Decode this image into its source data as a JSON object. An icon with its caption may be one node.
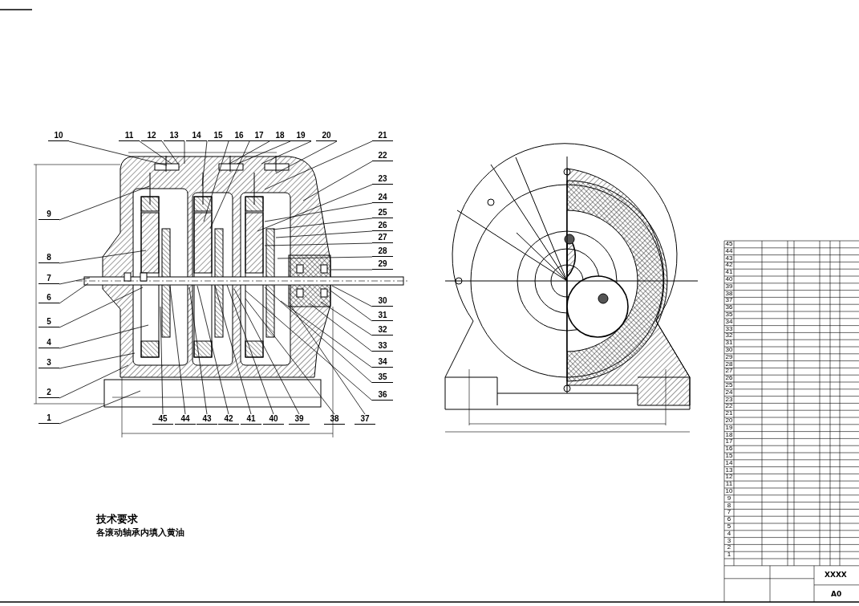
{
  "diagram": {
    "nodes": [
      {
        "text": [
          "1"
        ]
      },
      {
        "text": [
          "2"
        ]
      },
      {
        "text": [
          "3"
        ]
      },
      {
        "text": [
          "4"
        ]
      },
      {
        "text": [
          "5"
        ]
      },
      {
        "text": [
          "6"
        ]
      },
      {
        "text": [
          "7"
        ]
      },
      {
        "text": [
          "8"
        ]
      },
      {
        "text": [
          "9"
        ]
      },
      {
        "text": [
          "10"
        ]
      },
      {
        "text": [
          "11"
        ]
      },
      {
        "text": [
          "12"
        ]
      },
      {
        "text": [
          "13"
        ]
      },
      {
        "text": [
          "14"
        ]
      },
      {
        "text": [
          "15"
        ]
      },
      {
        "text": [
          "16"
        ]
      },
      {
        "text": [
          "17"
        ]
      },
      {
        "text": [
          "18"
        ]
      },
      {
        "text": [
          "19"
        ]
      },
      {
        "text": [
          "20"
        ]
      },
      {
        "text": [
          "21"
        ]
      },
      {
        "text": [
          "22"
        ]
      },
      {
        "text": [
          "23"
        ]
      },
      {
        "text": [
          "24"
        ]
      },
      {
        "text": [
          "25"
        ]
      },
      {
        "text": [
          "26"
        ]
      },
      {
        "text": [
          "27"
        ]
      },
      {
        "text": [
          "28"
        ]
      },
      {
        "text": [
          "29"
        ]
      },
      {
        "text": [
          "30"
        ]
      },
      {
        "text": [
          "31"
        ]
      },
      {
        "text": [
          "32"
        ]
      },
      {
        "text": [
          "33"
        ]
      },
      {
        "text": [
          "34"
        ]
      },
      {
        "text": [
          "35"
        ]
      },
      {
        "text": [
          "36"
        ]
      },
      {
        "text": [
          "37"
        ]
      },
      {
        "text": [
          "38"
        ]
      },
      {
        "text": [
          "39"
        ]
      },
      {
        "text": [
          "40"
        ]
      },
      {
        "text": [
          "41"
        ]
      },
      {
        "text": [
          "42"
        ]
      },
      {
        "text": [
          "43"
        ]
      },
      {
        "text": [
          "44"
        ]
      },
      {
        "text": [
          "45"
        ]
      }
    ],
    "edges": [
      {
        "from": 0,
        "to": null,
        "arrow": "none"
      },
      {
        "from": 1,
        "to": null,
        "arrow": "none"
      },
      {
        "from": 2,
        "to": null,
        "arrow": "none"
      },
      {
        "from": 3,
        "to": null,
        "arrow": "none"
      },
      {
        "from": 4,
        "to": null,
        "arrow": "none"
      },
      {
        "from": 5,
        "to": null,
        "arrow": "none"
      },
      {
        "from": 6,
        "to": null,
        "arrow": "none"
      },
      {
        "from": 7,
        "to": null,
        "arrow": "none"
      },
      {
        "from": 8,
        "to": null,
        "arrow": "none"
      },
      {
        "from": 9,
        "to": null,
        "arrow": "none"
      },
      {
        "from": 10,
        "to": null,
        "arrow": "none"
      },
      {
        "from": 11,
        "to": null,
        "arrow": "none"
      },
      {
        "from": 12,
        "to": null,
        "arrow": "none"
      },
      {
        "from": 13,
        "to": null,
        "arrow": "none"
      },
      {
        "from": 14,
        "to": null,
        "arrow": "none"
      },
      {
        "from": 15,
        "to": null,
        "arrow": "none"
      },
      {
        "from": 16,
        "to": null,
        "arrow": "none"
      },
      {
        "from": 17,
        "to": null,
        "arrow": "none"
      },
      {
        "from": 18,
        "to": null,
        "arrow": "none"
      },
      {
        "from": 19,
        "to": null,
        "arrow": "none"
      },
      {
        "from": 20,
        "to": null,
        "arrow": "none"
      },
      {
        "from": 21,
        "to": null,
        "arrow": "none"
      },
      {
        "from": 22,
        "to": null,
        "arrow": "none"
      },
      {
        "from": 23,
        "to": null,
        "arrow": "none"
      },
      {
        "from": 24,
        "to": null,
        "arrow": "none"
      },
      {
        "from": 25,
        "to": null,
        "arrow": "none"
      },
      {
        "from": 26,
        "to": null,
        "arrow": "none"
      },
      {
        "from": 27,
        "to": null,
        "arrow": "none"
      },
      {
        "from": 28,
        "to": null,
        "arrow": "none"
      },
      {
        "from": 29,
        "to": null,
        "arrow": "none"
      },
      {
        "from": 30,
        "to": null,
        "arrow": "none"
      },
      {
        "from": 31,
        "to": null,
        "arrow": "none"
      },
      {
        "from": 32,
        "to": null,
        "arrow": "none"
      },
      {
        "from": 33,
        "to": null,
        "arrow": "none"
      },
      {
        "from": 34,
        "to": null,
        "arrow": "none"
      },
      {
        "from": 35,
        "to": null,
        "arrow": "none"
      },
      {
        "from": 36,
        "to": null,
        "arrow": "none"
      },
      {
        "from": 37,
        "to": null,
        "arrow": "none"
      },
      {
        "from": 38,
        "to": null,
        "arrow": "none"
      },
      {
        "from": 39,
        "to": null,
        "arrow": "none"
      },
      {
        "from": 40,
        "to": null,
        "arrow": "none"
      },
      {
        "from": 41,
        "to": null,
        "arrow": "none"
      },
      {
        "from": 42,
        "to": null,
        "arrow": "none"
      },
      {
        "from": 43,
        "to": null,
        "arrow": "none"
      },
      {
        "from": 44,
        "to": null,
        "arrow": "none"
      }
    ],
    "labels": [
      "45",
      "44",
      "43",
      "42",
      "41",
      "40",
      "39",
      "38",
      "37",
      "36",
      "35",
      "34",
      "33",
      "32",
      "31",
      "30",
      "29",
      "28",
      "27",
      "26",
      "25",
      "24",
      "23",
      "22",
      "21",
      "20",
      "19",
      "18",
      "17",
      "16",
      "15",
      "14",
      "13",
      "12",
      "11",
      "10",
      "9",
      "8",
      "7",
      "6",
      "5",
      "4",
      "3",
      "2",
      "1",
      "技术要求",
      "各滚动轴承内填入黄油",
      "XXXX",
      "A0"
    ]
  }
}
